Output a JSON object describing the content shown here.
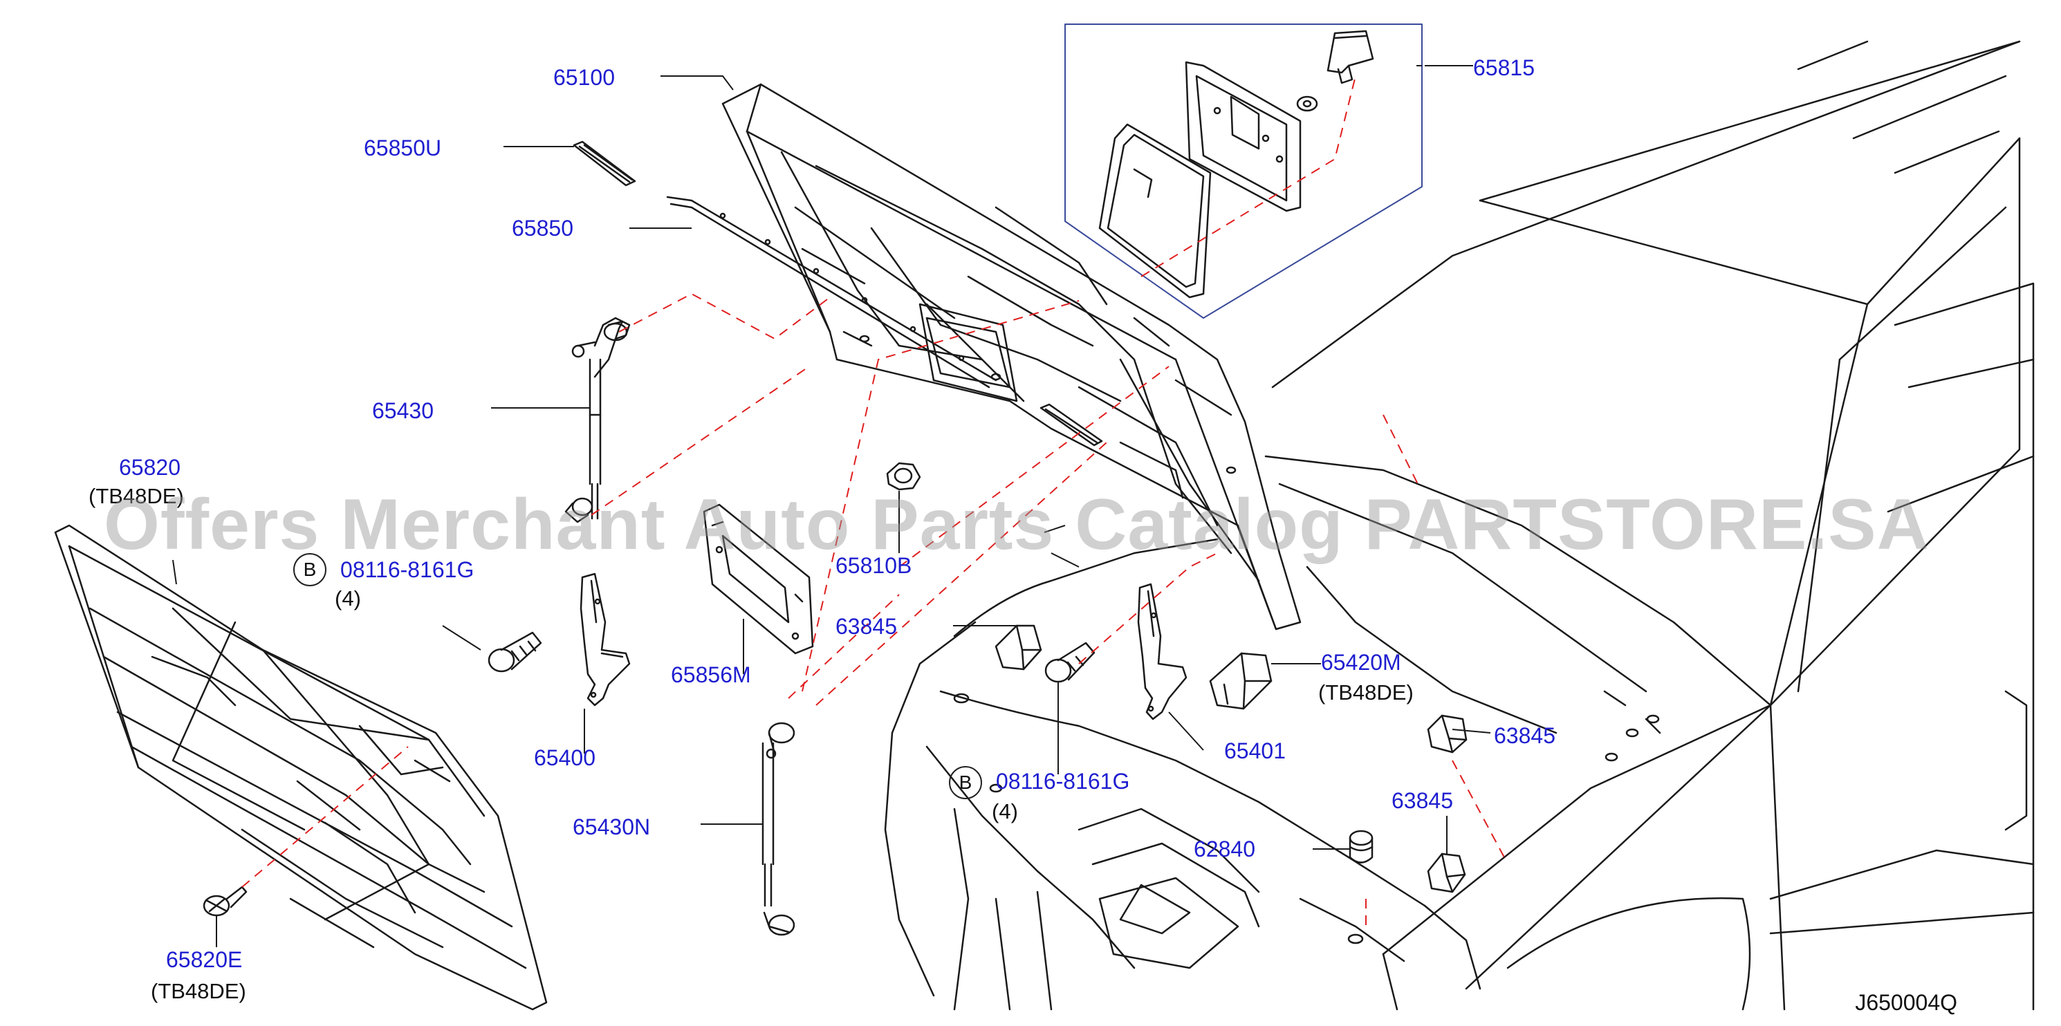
{
  "diagram": {
    "parts": [
      {
        "id": "p65100",
        "label": "65100"
      },
      {
        "id": "p65850u",
        "label": "65850U"
      },
      {
        "id": "p65850",
        "label": "65850"
      },
      {
        "id": "p65815",
        "label": "65815"
      },
      {
        "id": "p65430",
        "label": "65430"
      },
      {
        "id": "p65820",
        "label": "65820",
        "note": "(TB48DE)"
      },
      {
        "id": "p08116a",
        "label": "08116-8161G",
        "badge": "B",
        "qty": "(4)"
      },
      {
        "id": "p65810b",
        "label": "65810B"
      },
      {
        "id": "p63845a",
        "label": "63845"
      },
      {
        "id": "p65856m",
        "label": "65856M"
      },
      {
        "id": "p65400",
        "label": "65400"
      },
      {
        "id": "p65420m",
        "label": "65420M",
        "note": "(TB48DE)"
      },
      {
        "id": "p63845b",
        "label": "63845"
      },
      {
        "id": "p65401",
        "label": "65401"
      },
      {
        "id": "p08116b",
        "label": "08116-8161G",
        "badge": "B",
        "qty": "(4)"
      },
      {
        "id": "p63845c",
        "label": "63845"
      },
      {
        "id": "p65430n",
        "label": "65430N"
      },
      {
        "id": "p62840",
        "label": "62840"
      },
      {
        "id": "p65820e",
        "label": "65820E",
        "note": "(TB48DE)"
      }
    ],
    "diagram_code": "J650004Q",
    "watermark": "Offers Merchant Auto Parts Catalog PARTSTORE.SA",
    "colors": {
      "label": "#1e1ed0",
      "line": "#1a1a1a",
      "leader": "#1a1a1a",
      "dash": "#e02020",
      "box": "#3a4a9a"
    }
  }
}
